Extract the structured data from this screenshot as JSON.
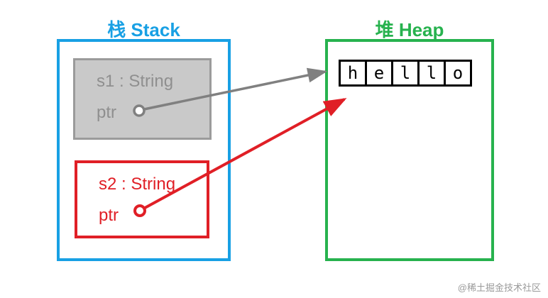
{
  "stack": {
    "title": "栈 Stack",
    "s1": {
      "label": "s1 : String",
      "ptr": "ptr"
    },
    "s2": {
      "label": "s2 : String",
      "ptr": "ptr"
    }
  },
  "heap": {
    "title": "堆 Heap",
    "cells": [
      "h",
      "e",
      "l",
      "l",
      "o"
    ]
  },
  "colors": {
    "stack_blue": "#18a0e4",
    "heap_green": "#27b24e",
    "s1_gray_fill": "#c9c9c9",
    "s1_gray_border": "#9b9b9b",
    "s1_gray_text": "#8f8f8f",
    "s2_red": "#e01f26",
    "arrow_gray": "#808080",
    "arrow_red": "#e01f26",
    "cell_border": "#000000"
  },
  "watermark": "@稀土掘金技术社区"
}
